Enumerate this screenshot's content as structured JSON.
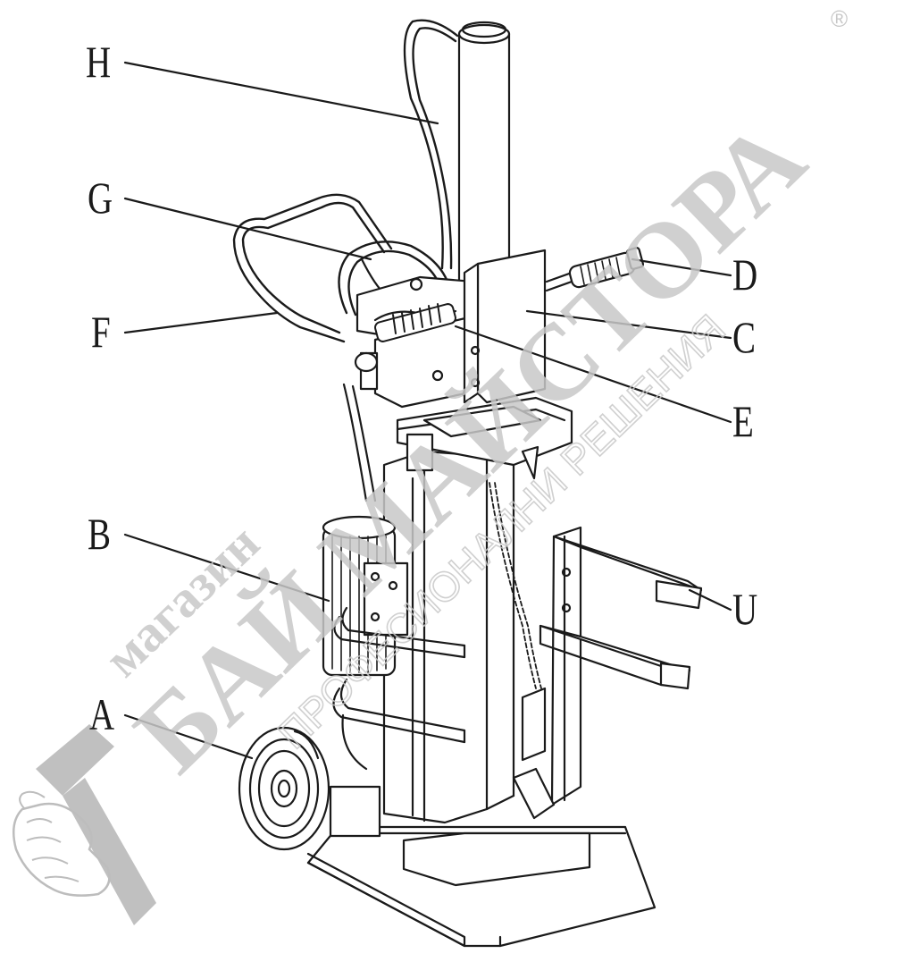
{
  "diagram": {
    "labels": {
      "A": "A",
      "B": "B",
      "C": "C",
      "D": "D",
      "E": "E",
      "F": "F",
      "G": "G",
      "H": "H",
      "U": "U"
    }
  },
  "watermark": {
    "line1": "магазин",
    "line2": "БАЙ МАЙСТОРА",
    "line3": "ПРОФЕСИОНАЛНИ РЕШЕНИЯ",
    "registered_mark": "®",
    "logo_icon": "hammer-thumbs-up-icon",
    "color": "#c8c8c8"
  },
  "colors": {
    "line": "#1a1a1a",
    "watermark": "#c8c8c8",
    "logo": "#bdbdbd",
    "background": "#ffffff"
  }
}
